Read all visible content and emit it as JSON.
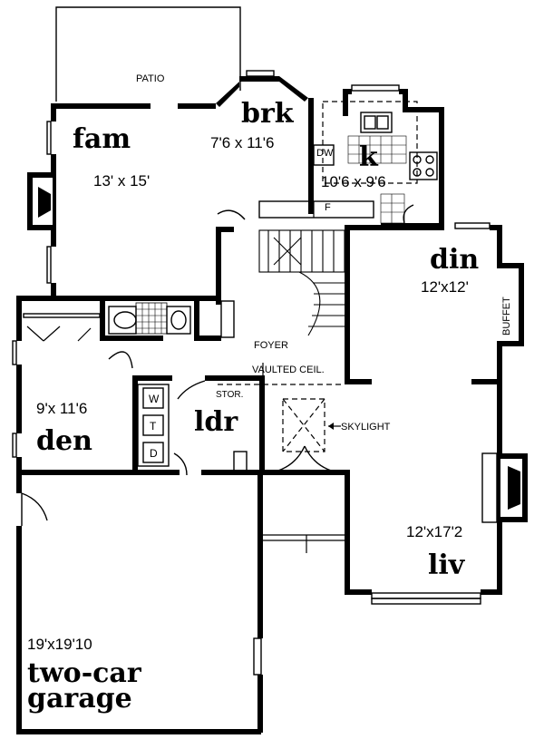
{
  "labels": {
    "patio": "PATIO",
    "foyer": "FOYER",
    "vaulted": "VAULTED CEIL.",
    "skylight": "SKYLIGHT",
    "stor": "STOR.",
    "buffet": "BUFFET",
    "dw": "DW",
    "f": "F",
    "washer": "W",
    "tub": "T",
    "dryer": "D"
  },
  "rooms": {
    "fam": {
      "name": "fam",
      "dims": "13' x 15'"
    },
    "brk": {
      "name": "brk",
      "dims": "7'6 x 11'6"
    },
    "k": {
      "name": "k",
      "dims": "10'6 x 9'6"
    },
    "din": {
      "name": "din",
      "dims": "12'x12'"
    },
    "den": {
      "name": "den",
      "dims": "9'x 11'6"
    },
    "ldr": {
      "name": "ldr"
    },
    "liv": {
      "name": "liv",
      "dims": "12'x17'2"
    },
    "garage": {
      "name_line1": "two-car",
      "name_line2": "garage",
      "dims": "19'x19'10"
    }
  }
}
